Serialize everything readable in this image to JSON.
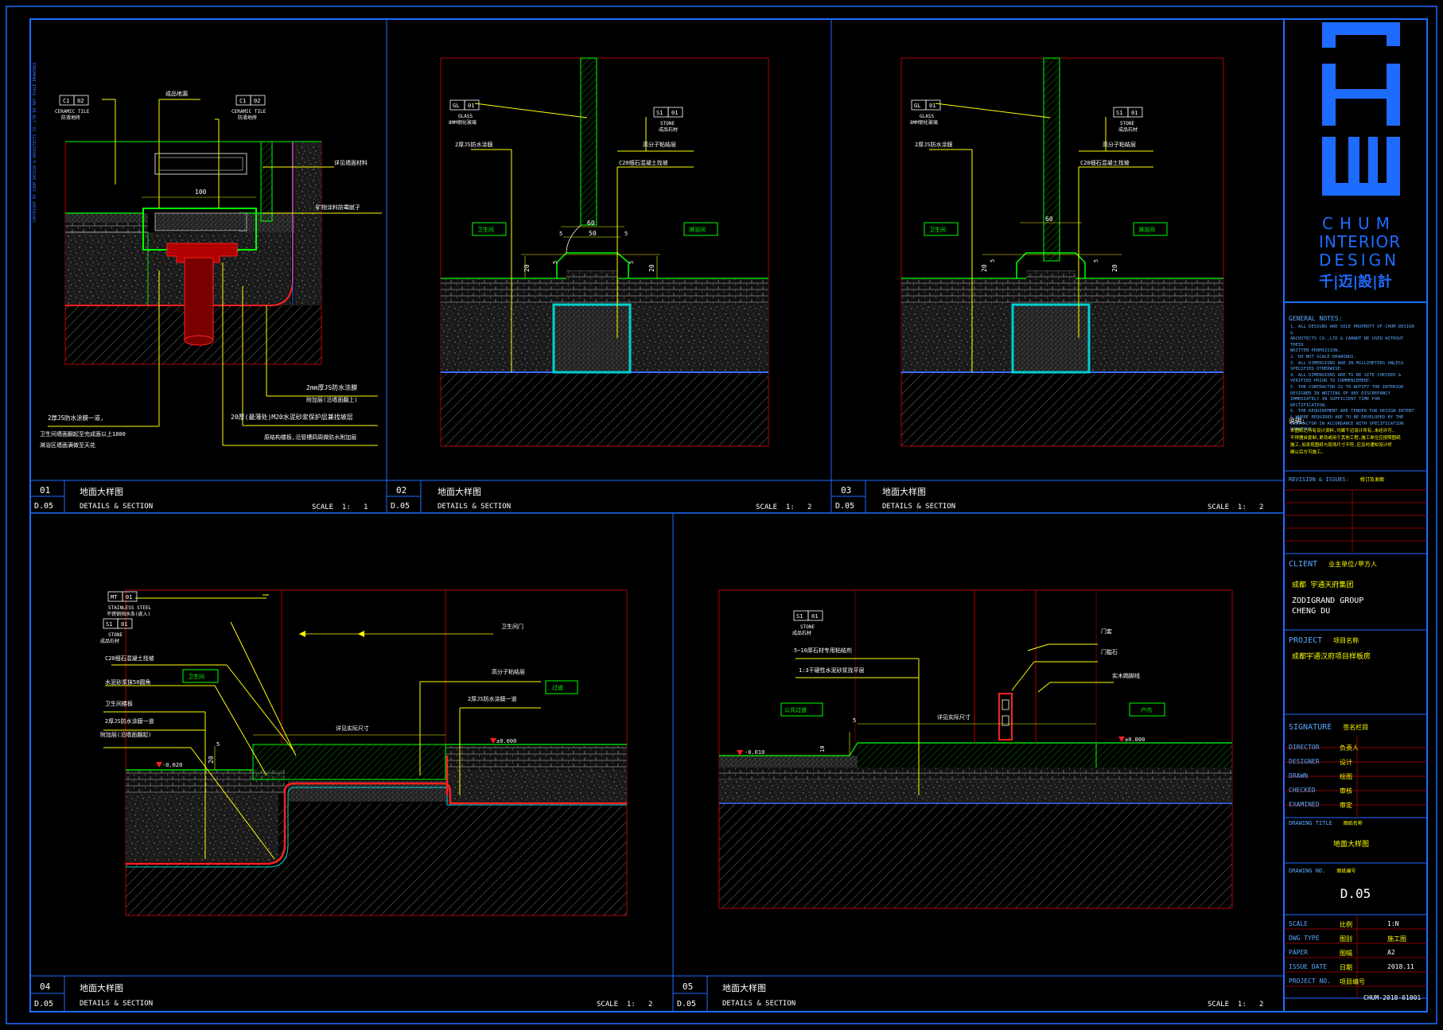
{
  "frame_colors": {
    "border": "#1e6cff",
    "blue": "#3a6dff",
    "green": "#00ff00",
    "yellow": "#ffff00",
    "red": "#ff2020",
    "cyan": "#00d0d0",
    "dark_red": "#b00000",
    "white": "#ffffff"
  },
  "watermark": "COPYRIGHT BY CHUM DESIGN & ARCHITECTS CO.,LTD DO NOT SCALE DRAWINGS",
  "panels": [
    {
      "num": "01",
      "sheet": "D.05",
      "title_cn": "地面大样图",
      "title_en": "DETAILS & SECTION",
      "scale": "SCALE  1:   1"
    },
    {
      "num": "02",
      "sheet": "D.05",
      "title_cn": "地面大样图",
      "title_en": "DETAILS & SECTION",
      "scale": "SCALE  1:   2"
    },
    {
      "num": "03",
      "sheet": "D.05",
      "title_cn": "地面大样图",
      "title_en": "DETAILS & SECTION",
      "scale": "SCALE  1:   2"
    },
    {
      "num": "04",
      "sheet": "D.05",
      "title_cn": "地面大样图",
      "title_en": "DETAILS & SECTION",
      "scale": "SCALE  1:   2"
    },
    {
      "num": "05",
      "sheet": "D.05",
      "title_cn": "地面大样图",
      "title_en": "DETAILS & SECTION",
      "scale": "SCALE  1:   2"
    }
  ],
  "d1": {
    "tag1": {
      "a": "C1",
      "b": "02",
      "en": "CERAMIC TILE",
      "cn": "防滑地砖"
    },
    "tag2": {
      "a": "C1",
      "b": "02",
      "en": "CERAMIC TILE",
      "cn": "防滑地砖"
    },
    "lbl_top": "成品地漏",
    "lbl_r1": "详见墙面材料",
    "lbl_r2": "矿物涂料防霉腻子",
    "dim100": "100",
    "lbl_m1": "2mm厚JS防水涂膜",
    "lbl_m2": "附加层(沿墙面翻上)",
    "lbl_m3": "20厚(最薄处)M20水泥砂浆保护层兼找坡层",
    "lbl_m4": "原结构楼板,沿管槽四周做防水附加层",
    "lbl_l1": "2厚JS防水涂膜一道,",
    "lbl_l2": "卫生间墙面翻起至完成面以上1800",
    "lbl_l3": "淋浴区墙面满做至天花"
  },
  "d2": {
    "tagGL": {
      "a": "GL",
      "b": "01",
      "en": "GLASS",
      "cn": "8MM钢化玻璃"
    },
    "tagS1": {
      "a": "S1",
      "b": "01",
      "en": "STONE",
      "cn": "成品石材"
    },
    "lbl1": "2厚JS防水涂膜",
    "lbl2": "高分子粘结层",
    "lbl3": "C20细石混凝土找坡",
    "box_l": "卫生间",
    "box_r": "淋浴间",
    "d60": "60",
    "d50": "50",
    "d5a": "5",
    "d5b": "5",
    "d20a": "20",
    "d20b": "20",
    "d5c": "5",
    "d5d": "5"
  },
  "d3": {
    "tagGL": {
      "a": "GL",
      "b": "01",
      "en": "GLASS",
      "cn": "8MM钢化玻璃"
    },
    "tagS1": {
      "a": "S1",
      "b": "01",
      "en": "STONE",
      "cn": "成品石材"
    },
    "lbl1": "2厚JS防水涂膜",
    "lbl2": "高分子粘结层",
    "lbl3": "C20细石混凝土找坡",
    "box_l": "卫生间",
    "box_r": "淋浴间",
    "d60": "60",
    "d20a": "20",
    "d20b": "20",
    "d5a": "5",
    "d5b": "5"
  },
  "d4": {
    "tagMT": {
      "a": "MT",
      "b": "01",
      "en": "STAINLESS STEEL",
      "cn": "不锈钢挡水条(嵌入)"
    },
    "tagS1": {
      "a": "S1",
      "b": "01",
      "en": "STONE",
      "cn": "成品石材"
    },
    "lbl_door": "卫生间门",
    "lbl1": "C20细石混凝土找坡",
    "lbl2": "水泥砂浆抹50圆角",
    "lbl3": "卫生间楼板",
    "lbl4": "2厚JS防水涂膜一道",
    "lbl5": "附加层(沿墙面翻起)",
    "lbl_r1": "高分子粘结层",
    "lbl_r2": "2厚JS防水涂膜一道",
    "box_l": "卫生间",
    "box_r": "过道",
    "lvl_l": "-0.020",
    "lvl_r": "±0.000",
    "dim": "详见实际尺寸",
    "d5": "5",
    "d20": "20"
  },
  "d5": {
    "tagS1": {
      "a": "S1",
      "b": "01",
      "en": "STONE",
      "cn": "成品石材"
    },
    "lbl1": "5~10厚石材专用粘结剂",
    "lbl2": "1:3干硬性水泥砂浆找平层",
    "lbl_r1": "门套",
    "lbl_r2": "门槛石",
    "lbl_r3": "实木踢脚线",
    "box_l": "公共过道",
    "box_r": "户内",
    "lvl_l": "-0.010",
    "lvl_r": "±0.000",
    "dim": "详见实际尺寸",
    "d5": "5",
    "d10": "10"
  },
  "titleblock": {
    "logo_en1": "CHUM",
    "logo_en2": "INTERIOR",
    "logo_en3": "DESIGN",
    "logo_cn": "千|迈|設|計",
    "notes_title": "GENERAL NOTES:",
    "notes_en": [
      "1. ALL DESIGNS ARE SOLE PROPERTY OF CHUM DESIGN &",
      "   ARCHITECTS CO.,LTD & CANNOT BE USED WITHOUT THEIR",
      "   WRITTEN PERMISSION.",
      "2. DO NOT SCALE DRAWINGS.",
      "3. ALL DIMENSIONS ARE IN MILLIMETERS UNLESS",
      "   SPECIFIED OTHERWISE.",
      "4. ALL DIMENSIONS ARE TO BE SITE CHECKED &",
      "   VERIFIED PRIOR TO COMMENCEMENT.",
      "5. THE CONTRACTOR IS TO NOTIFY THE INTERIOR",
      "   DESIGNER IN WRITING OF ANY DISCREPANCY",
      "   IMMEDIATELY IN SUFFICIENT TIME FOR RECTIFICATION.",
      "6. THE REQUIREMENT ARE TENDER FOR DESIGN INTENT",
      "   & WHERE REQUIRED ARE TO BE DEVELOPED BY THE",
      "   CONTRACTOR IN ACCORDANCE WITH SPECIFICATION",
      "   DRAWINGS."
    ],
    "notes_cn_title": "说明:",
    "notes_cn": [
      "本图纸之所有设计资料,均属千迈设计所有,未经许可,",
      "不得擅自复制,更改或用于其他工程,施工单位应按照图纸",
      "施工,如发现图纸与现场尺寸不符,应及时通知设计师",
      "确认后方可施工。"
    ],
    "revision_label": "REVISION & ISSUES:",
    "revision_cn": "修订及发图",
    "client_label": "CLIENT",
    "client_label_cn": "业主单位/甲方人",
    "client_cn": "成都 宇通天府集团",
    "client_en1": "ZODIGRAND GROUP",
    "client_en2": "CHENG DU",
    "project_label": "PROJECT",
    "project_label_cn": "项目名称",
    "project_cn": "成都宇通汉府项目样板房",
    "signature_label": "SIGNATURE",
    "signature_cn": "签名栏目",
    "sign_rows": [
      {
        "en": "DIRECTOR",
        "cn": "负责人"
      },
      {
        "en": "DESIGNER",
        "cn": "设计"
      },
      {
        "en": "DRAWN",
        "cn": "绘图"
      },
      {
        "en": "CHECKED",
        "cn": "审核"
      },
      {
        "en": "EXAMINED",
        "cn": "审定"
      }
    ],
    "drawing_title_label": "DRAWING TITLE",
    "drawing_title_label_cn": "图纸名称",
    "drawing_title": "地面大样图",
    "drawing_no_label": "DRAWING NO.",
    "drawing_no_label_cn": "图纸编号",
    "drawing_no": "D.05",
    "info_rows": [
      {
        "en": "SCALE",
        "cn": "比例",
        "val": "1:N"
      },
      {
        "en": "DWG TYPE",
        "cn": "图别",
        "val": "施工图"
      },
      {
        "en": "PAPER",
        "cn": "图幅",
        "val": "A2"
      },
      {
        "en": "ISSUE DATE",
        "cn": "日期",
        "val": "2018.11"
      },
      {
        "en": "PROJECT NO.",
        "cn": "项目编号",
        "val": ""
      }
    ],
    "project_no": "CHUM-2018-01001"
  }
}
